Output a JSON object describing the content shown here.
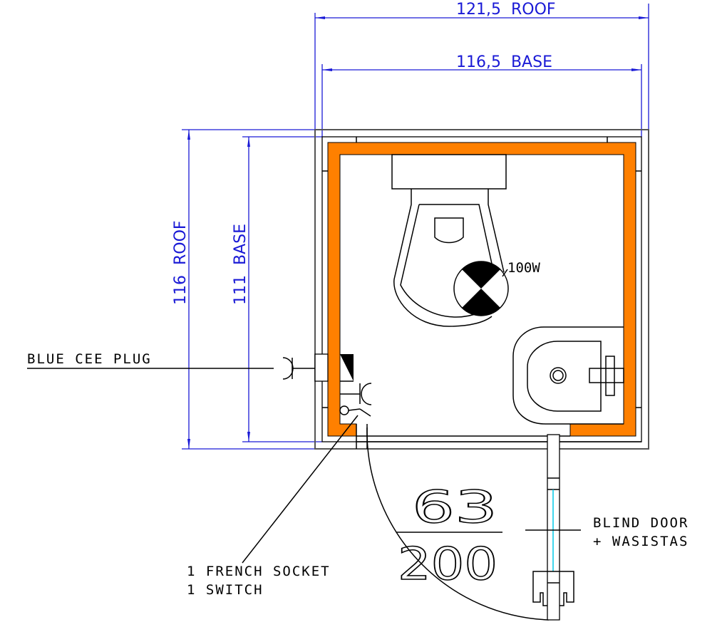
{
  "dimensions": {
    "roof_width": "121,5  ROOF",
    "base_width": "116,5  BASE",
    "roof_depth": "116  ROOF",
    "base_depth": "111  BASE"
  },
  "labels": {
    "lamp": "100W",
    "cee_plug": "BLUE CEE PLUG",
    "socket_line1": "1 FRENCH SOCKET",
    "socket_line2": "1 SWITCH",
    "door_line1": "BLIND DOOR",
    "door_line2": "+ WASISTAS",
    "door_width": "63",
    "door_height": "200"
  },
  "colors": {
    "insulation": "#ff8000",
    "dimension": "#1a1ad6",
    "glass": "#00c8e6"
  }
}
